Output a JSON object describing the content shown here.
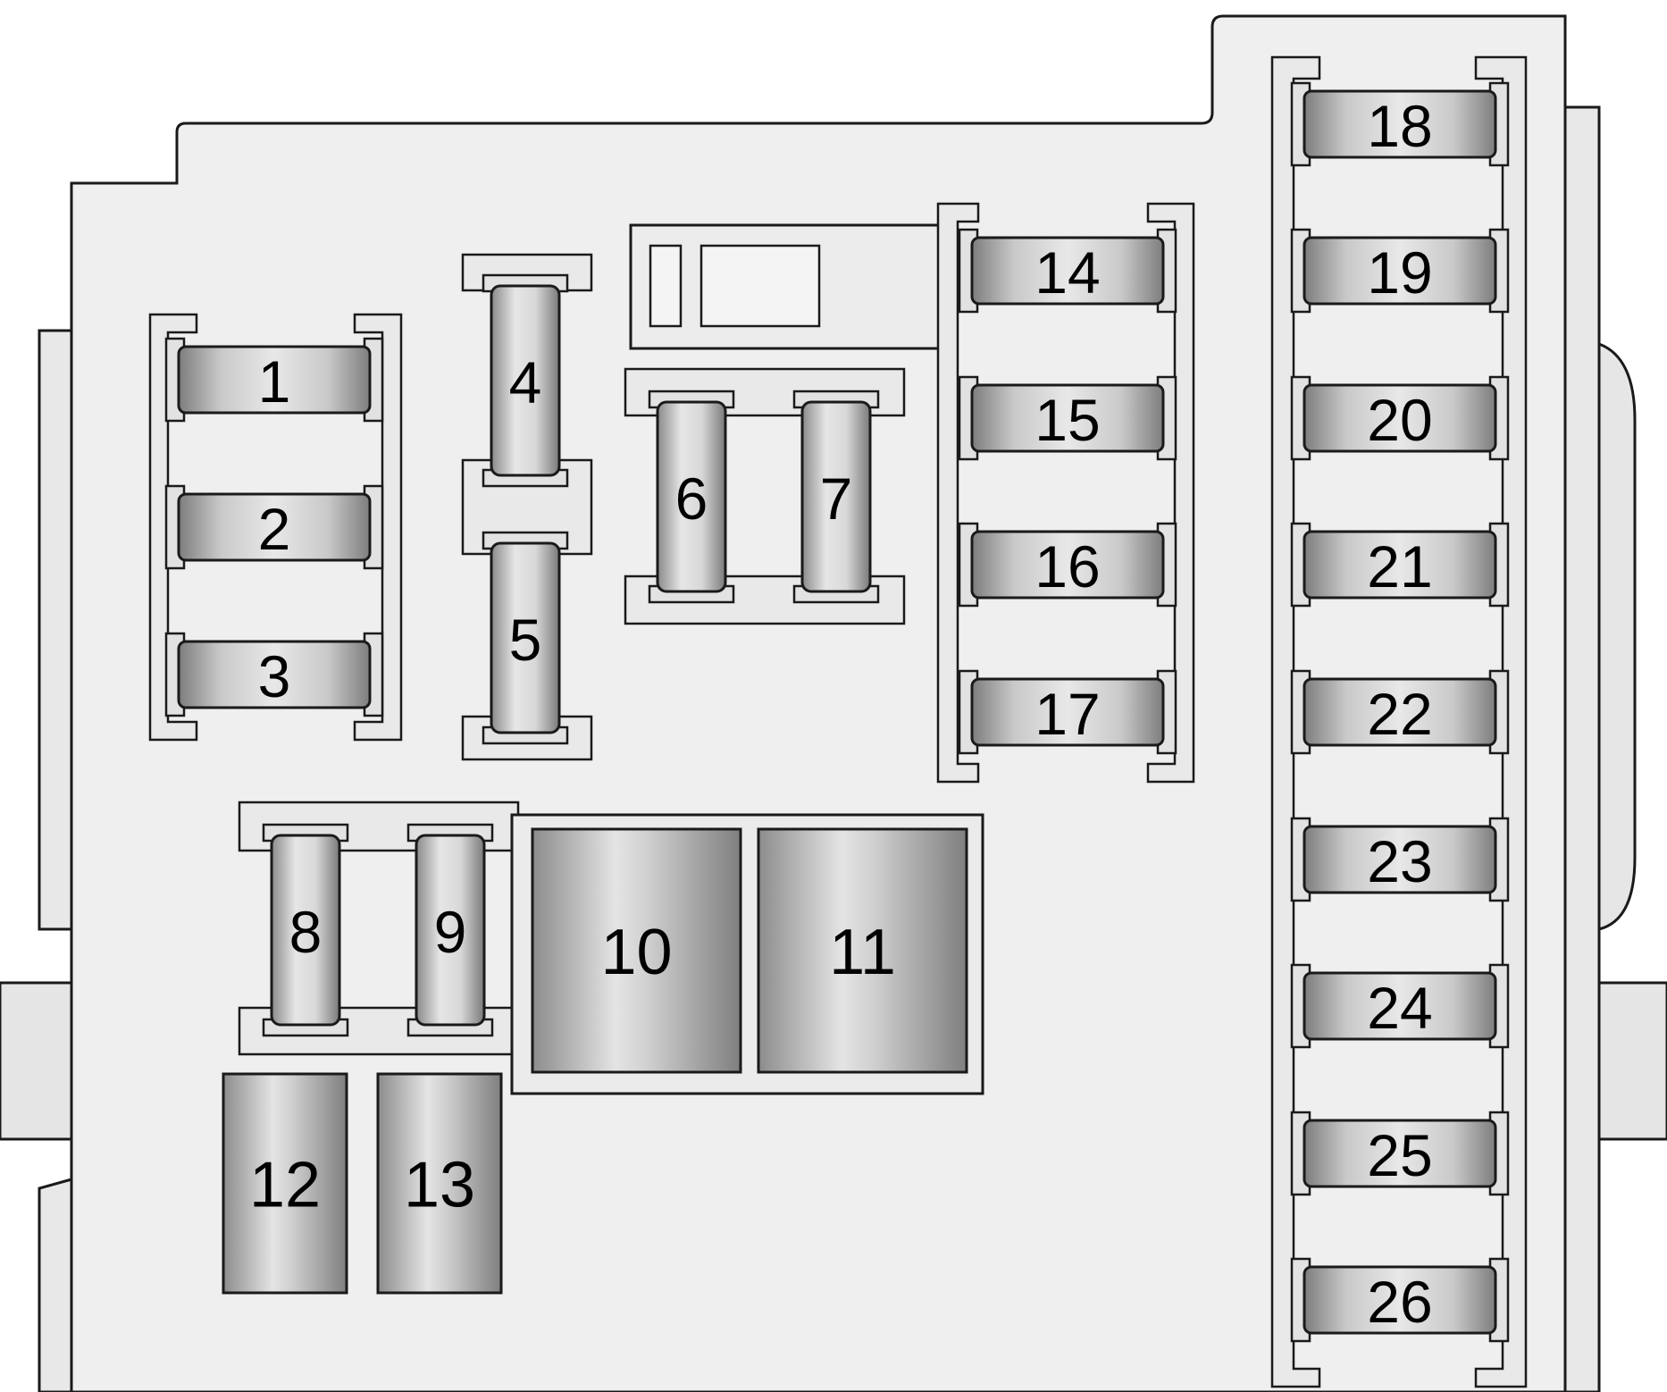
{
  "colors": {
    "background": "#ffffff",
    "housing": "#efefef",
    "fuse_light": "#e0e0e0",
    "fuse_dark": "#8f8f8f",
    "outline": "#1a1a1a"
  },
  "fuses": [
    {
      "id": "1",
      "orientation": "horizontal"
    },
    {
      "id": "2",
      "orientation": "horizontal"
    },
    {
      "id": "3",
      "orientation": "horizontal"
    },
    {
      "id": "4",
      "orientation": "vertical"
    },
    {
      "id": "5",
      "orientation": "vertical"
    },
    {
      "id": "6",
      "orientation": "vertical"
    },
    {
      "id": "7",
      "orientation": "vertical"
    },
    {
      "id": "8",
      "orientation": "vertical"
    },
    {
      "id": "9",
      "orientation": "vertical"
    },
    {
      "id": "14",
      "orientation": "horizontal"
    },
    {
      "id": "15",
      "orientation": "horizontal"
    },
    {
      "id": "16",
      "orientation": "horizontal"
    },
    {
      "id": "17",
      "orientation": "horizontal"
    },
    {
      "id": "18",
      "orientation": "horizontal"
    },
    {
      "id": "19",
      "orientation": "horizontal"
    },
    {
      "id": "20",
      "orientation": "horizontal"
    },
    {
      "id": "21",
      "orientation": "horizontal"
    },
    {
      "id": "22",
      "orientation": "horizontal"
    },
    {
      "id": "23",
      "orientation": "horizontal"
    },
    {
      "id": "24",
      "orientation": "horizontal"
    },
    {
      "id": "25",
      "orientation": "horizontal"
    },
    {
      "id": "26",
      "orientation": "horizontal"
    }
  ],
  "relays": [
    {
      "id": "10"
    },
    {
      "id": "11"
    },
    {
      "id": "12"
    },
    {
      "id": "13"
    }
  ]
}
